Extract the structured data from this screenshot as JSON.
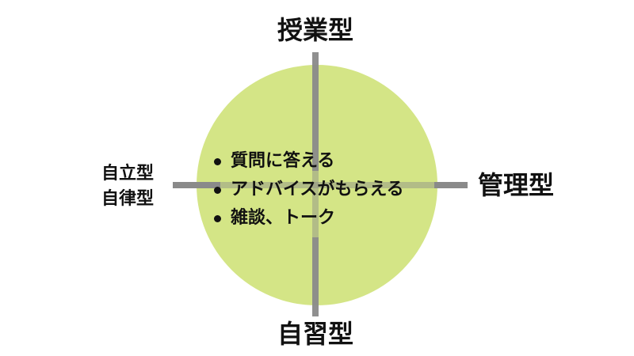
{
  "diagram": {
    "top_label": "授業型",
    "bottom_label": "自習型",
    "right_label": "管理型",
    "left_labels": [
      "自立型",
      "自律型"
    ],
    "items": [
      "質問に答える",
      "アドバイスがもらえる",
      "雑談、トーク"
    ]
  },
  "colors": {
    "circle_fill": "#d4e586",
    "axis": "#8a8a8a",
    "text": "#111111"
  }
}
